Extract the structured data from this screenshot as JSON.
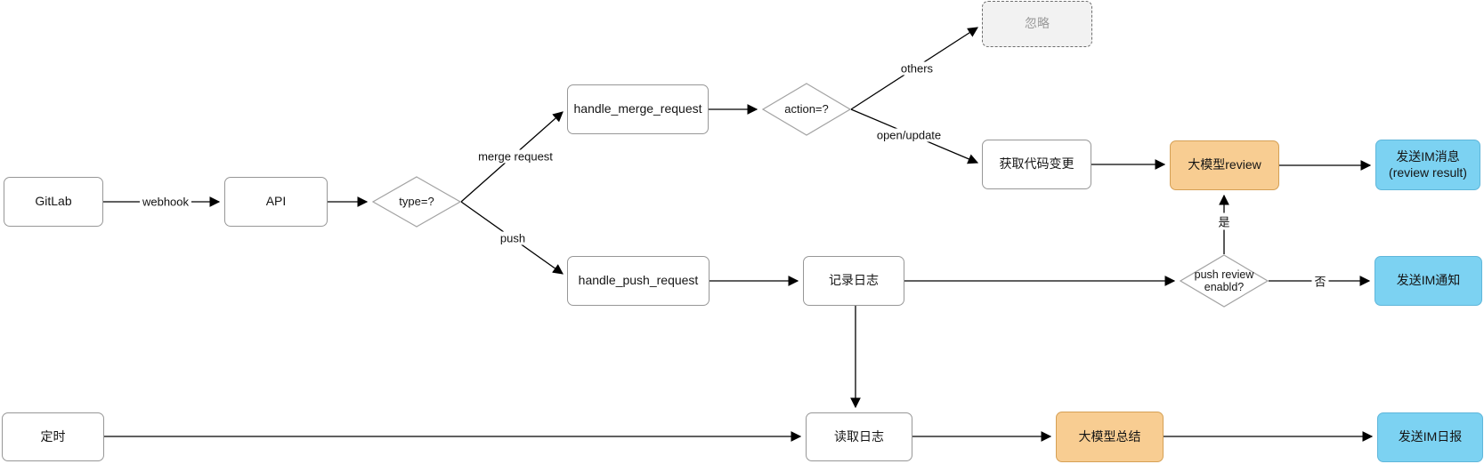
{
  "nodes": {
    "gitlab": {
      "label": "GitLab"
    },
    "api": {
      "label": "API"
    },
    "type_decision": {
      "label": "type=?"
    },
    "handle_merge_request": {
      "label": "handle_merge_request"
    },
    "action_decision": {
      "label": "action=?"
    },
    "ignore": {
      "label": "忽略"
    },
    "get_code_changes": {
      "label": "获取代码变更"
    },
    "llm_review": {
      "label": "大模型review"
    },
    "send_im_message": {
      "line1": "发送IM消息",
      "line2": "(review result)"
    },
    "handle_push_request": {
      "label": "handle_push_request"
    },
    "log_record": {
      "label": "记录日志"
    },
    "push_review_decision": {
      "line1": "push review",
      "line2": "enabld?"
    },
    "send_im_notify": {
      "label": "发送IM通知"
    },
    "timer": {
      "label": "定时"
    },
    "log_read": {
      "label": "读取日志"
    },
    "llm_summary": {
      "label": "大模型总结"
    },
    "send_im_daily": {
      "label": "发送IM日报"
    }
  },
  "edge_labels": {
    "webhook": "webhook",
    "merge_request": "merge request",
    "push": "push",
    "others": "others",
    "open_update": "open/update",
    "yes": "是",
    "no": "否"
  },
  "colors": {
    "node_fill_orange": "#F8CD92",
    "node_fill_blue": "#7CD2F2",
    "node_fill_ghost": "#F2F2F2",
    "node_border": "#979797",
    "arrow": "#000000"
  }
}
